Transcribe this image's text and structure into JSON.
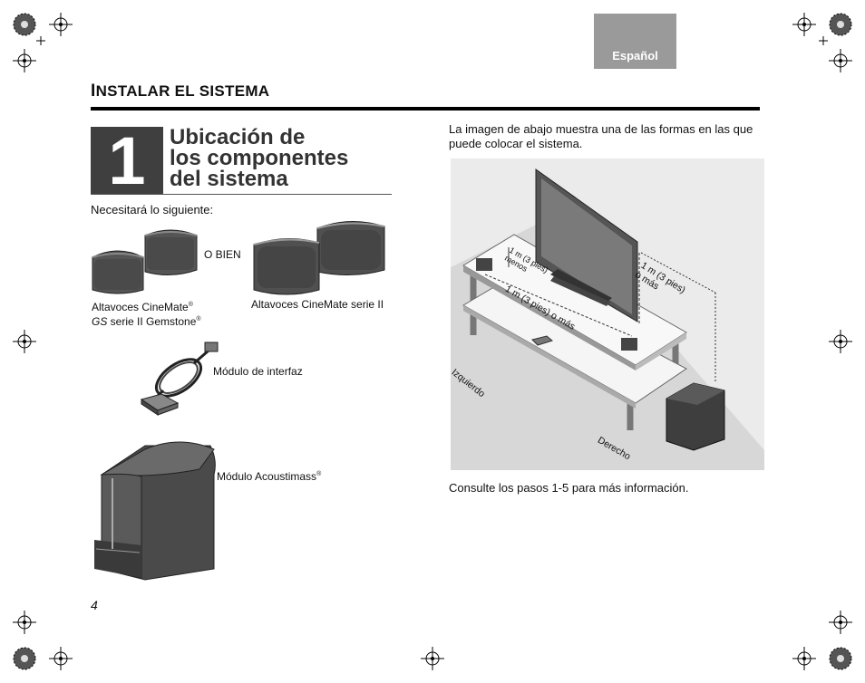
{
  "language_tab": "Español",
  "section": {
    "title_first": "I",
    "title_rest": "NSTALAR EL SISTEMA"
  },
  "step": {
    "number": "1",
    "title_lines": [
      "Ubicación de",
      "los componentes",
      "del sistema"
    ]
  },
  "needs_text": "Necesitará lo siguiente:",
  "or_text": "O BIEN",
  "components": {
    "gs_line1": "Altavoces CineMate",
    "gs_line2_italic": "GS",
    "gs_line2_rest": " serie II Gemstone",
    "series2": "Altavoces CineMate serie II",
    "interface": "Módulo de interfaz",
    "acoustimass": "Módulo Acoustimass",
    "registered": "®"
  },
  "right": {
    "intro": "La imagen de abajo muestra una de las formas en las que puede colocar el sistema.",
    "footer": "Consulte los pasos 1-5 para más información."
  },
  "diagram": {
    "label_left": "Izquierdo",
    "label_right": "Derecho",
    "dist_front": "1 m (3 pies) o más",
    "dist_side_line1": "1 m (3 pies)",
    "dist_side_line2": "o más",
    "dist_tv_line1": "1 m (3 pies)",
    "dist_tv_line2": "menos"
  },
  "page_number": "4"
}
